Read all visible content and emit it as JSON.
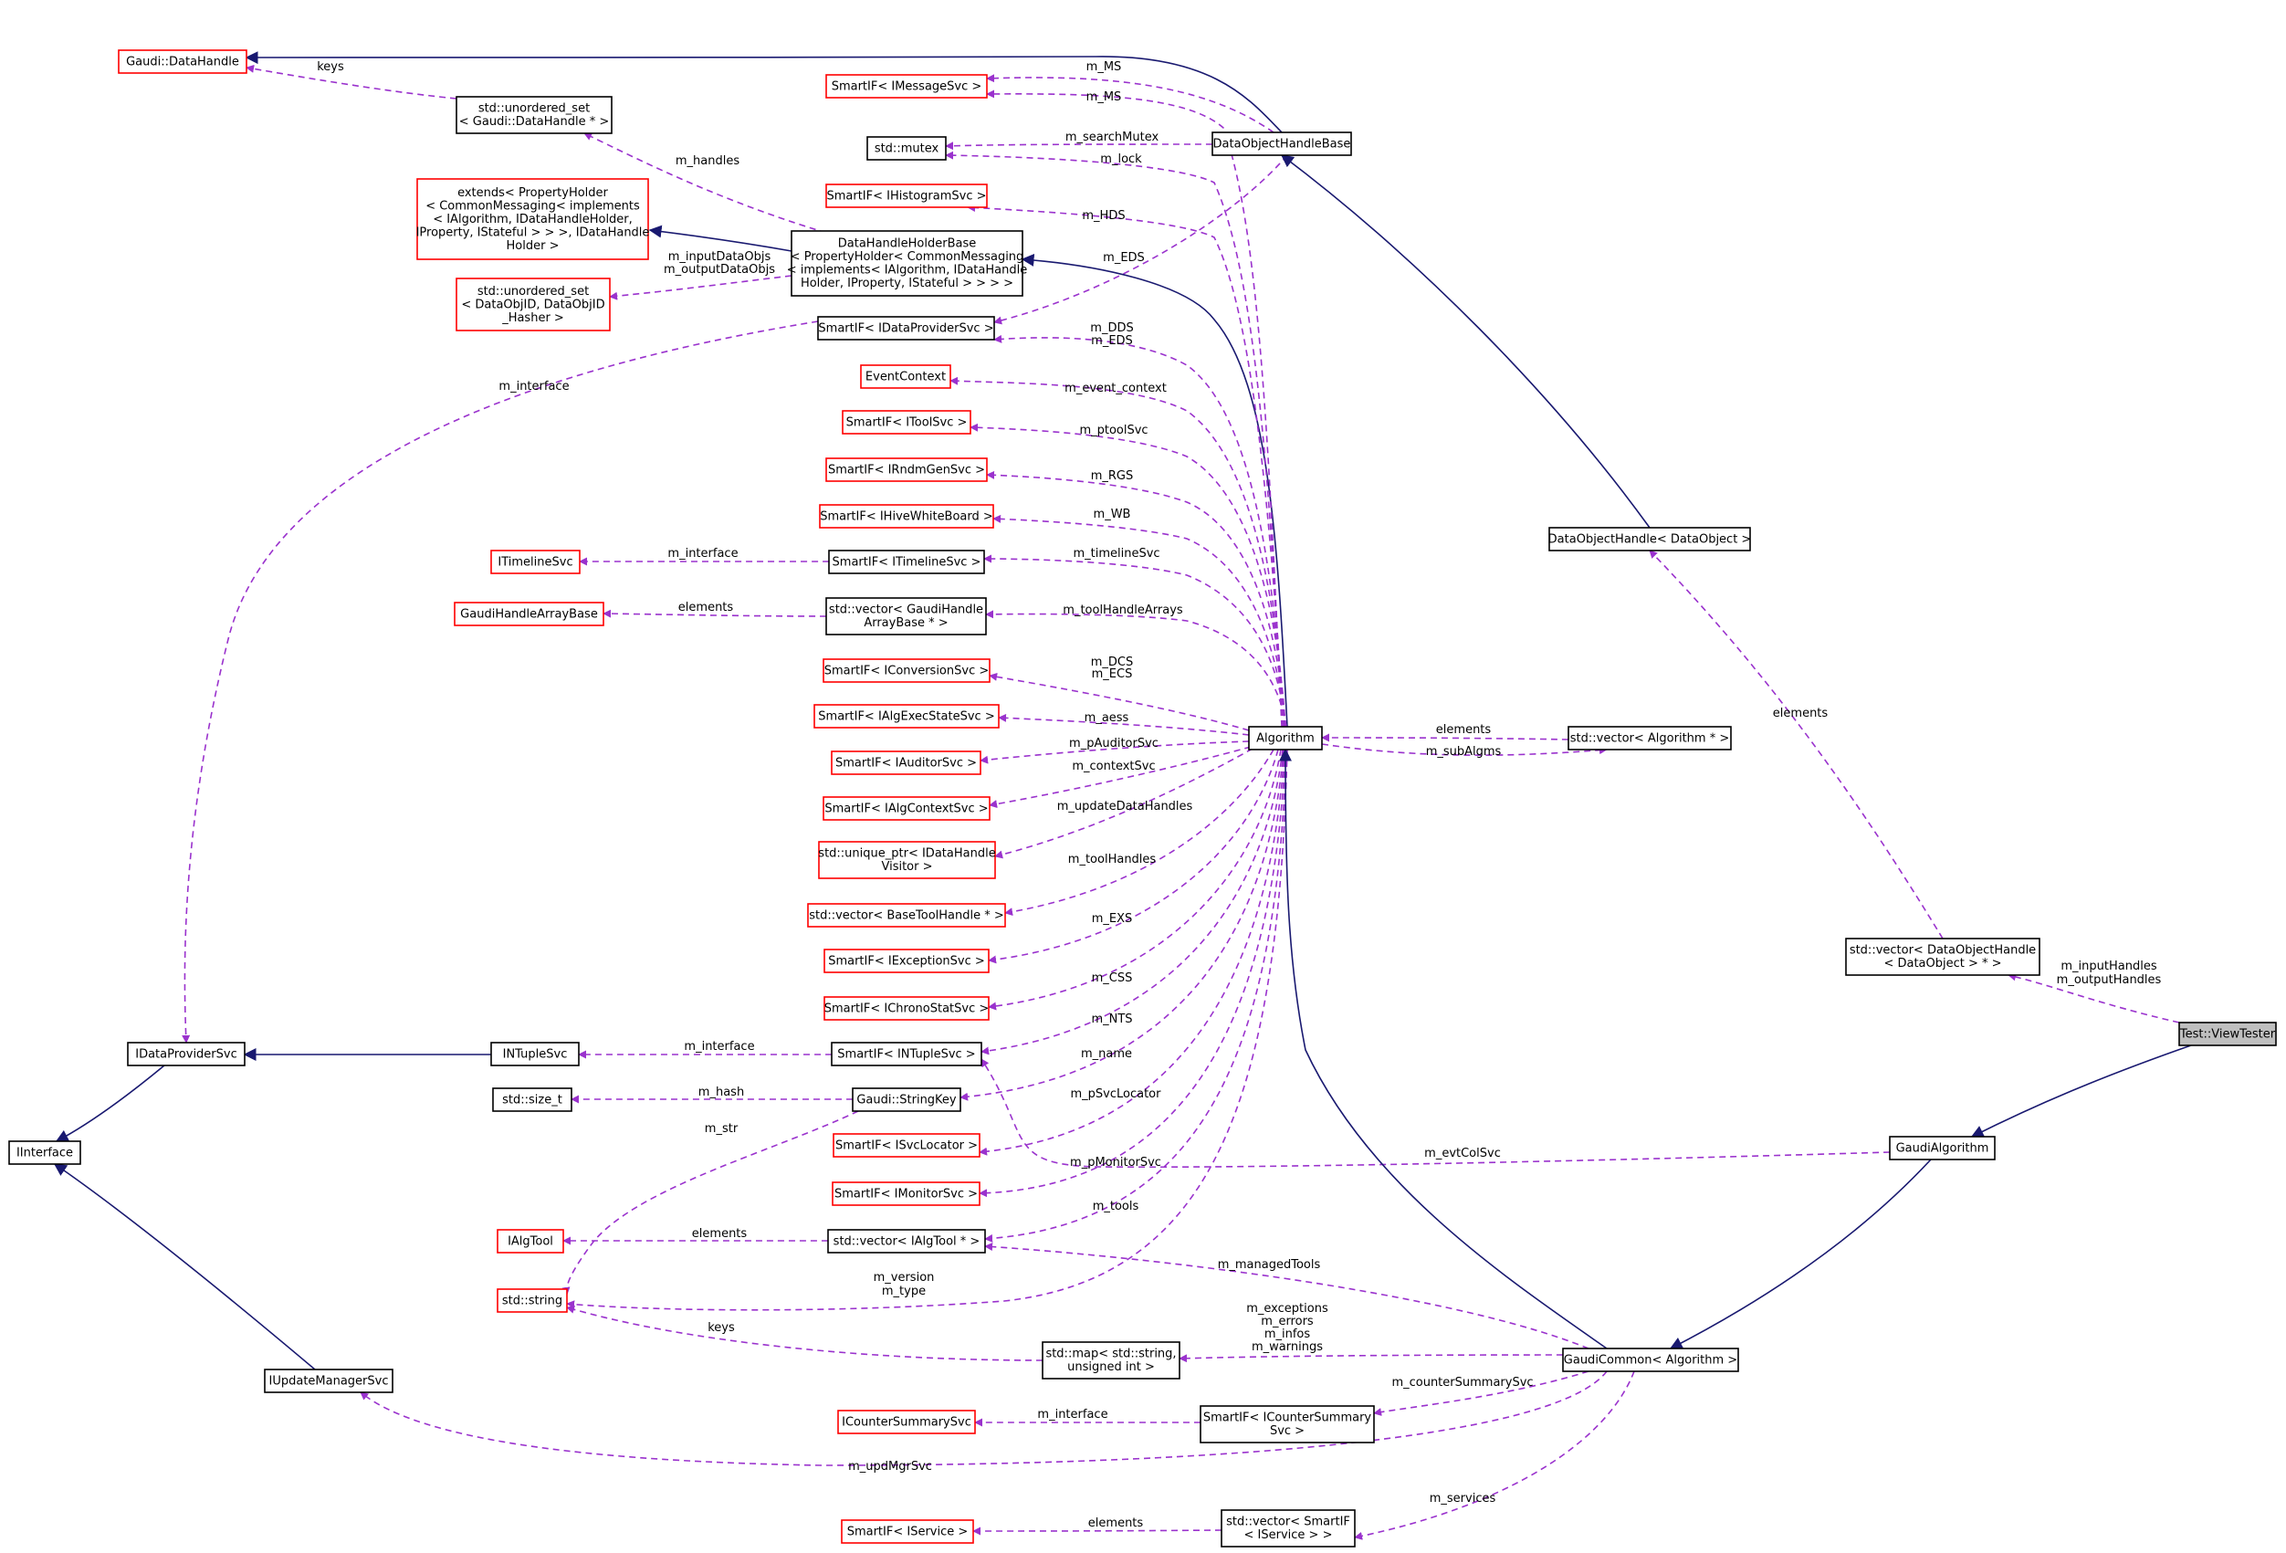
{
  "nodes": [
    {
      "id": "gaudi_datahandle",
      "lines": [
        "Gaudi::DataHandle"
      ],
      "border": "red"
    },
    {
      "id": "unordered_set_dh",
      "lines": [
        "std::unordered_set",
        "< Gaudi::DataHandle * >"
      ],
      "border": "black"
    },
    {
      "id": "extends_ph",
      "lines": [
        "extends< PropertyHolder",
        "< CommonMessaging< implements",
        "< IAlgorithm, IDataHandleHolder,",
        " IProperty, IStateful > > >, IDataHandle",
        "Holder >"
      ],
      "border": "red"
    },
    {
      "id": "unordered_set_objid",
      "lines": [
        "std::unordered_set",
        "< DataObjID, DataObjID",
        "_Hasher >"
      ],
      "border": "red"
    },
    {
      "id": "smartif_imessagesvc",
      "lines": [
        "SmartIF< IMessageSvc >"
      ],
      "border": "red"
    },
    {
      "id": "std_mutex",
      "lines": [
        "std::mutex"
      ],
      "border": "black"
    },
    {
      "id": "smartif_ihistogramsvc",
      "lines": [
        "SmartIF< IHistogramSvc >"
      ],
      "border": "red"
    },
    {
      "id": "datahandleholderbase",
      "lines": [
        "DataHandleHolderBase",
        "< PropertyHolder< CommonMessaging",
        "< implements< IAlgorithm, IDataHandle",
        "Holder, IProperty, IStateful > > > >"
      ],
      "border": "black"
    },
    {
      "id": "smartif_idataprovidersvc",
      "lines": [
        "SmartIF< IDataProviderSvc >"
      ],
      "border": "black"
    },
    {
      "id": "eventcontext",
      "lines": [
        "EventContext"
      ],
      "border": "red"
    },
    {
      "id": "smartif_itoolsvc",
      "lines": [
        "SmartIF< IToolSvc >"
      ],
      "border": "red"
    },
    {
      "id": "smartif_irndmgensvc",
      "lines": [
        "SmartIF< IRndmGenSvc >"
      ],
      "border": "red"
    },
    {
      "id": "smartif_ihivewhiteboard",
      "lines": [
        "SmartIF< IHiveWhiteBoard >"
      ],
      "border": "red"
    },
    {
      "id": "itimelinesvc",
      "lines": [
        "ITimelineSvc"
      ],
      "border": "red"
    },
    {
      "id": "smartif_itimelinesvc",
      "lines": [
        "SmartIF< ITimelineSvc >"
      ],
      "border": "black"
    },
    {
      "id": "gaudihandlearraybase",
      "lines": [
        "GaudiHandleArrayBase"
      ],
      "border": "red"
    },
    {
      "id": "vector_gaudihandle",
      "lines": [
        "std::vector< GaudiHandle",
        "ArrayBase * >"
      ],
      "border": "black"
    },
    {
      "id": "smartif_iconversionsvc",
      "lines": [
        "SmartIF< IConversionSvc >"
      ],
      "border": "red"
    },
    {
      "id": "smartif_ialgexecstatesvc",
      "lines": [
        "SmartIF< IAlgExecStateSvc >"
      ],
      "border": "red"
    },
    {
      "id": "smartif_iauditorsvc",
      "lines": [
        "SmartIF< IAuditorSvc >"
      ],
      "border": "red"
    },
    {
      "id": "smartif_ialgcontextsvc",
      "lines": [
        "SmartIF< IAlgContextSvc >"
      ],
      "border": "red"
    },
    {
      "id": "unique_ptr_idatahandle",
      "lines": [
        "std::unique_ptr< IDataHandle",
        "Visitor >"
      ],
      "border": "red"
    },
    {
      "id": "vector_basetoolhandle",
      "lines": [
        "std::vector< BaseToolHandle * >"
      ],
      "border": "red"
    },
    {
      "id": "smartif_iexceptionsvc",
      "lines": [
        "SmartIF< IExceptionSvc >"
      ],
      "border": "red"
    },
    {
      "id": "smartif_ichronostatsvc",
      "lines": [
        "SmartIF< IChronoStatSvc >"
      ],
      "border": "red"
    },
    {
      "id": "idataprovidersvc",
      "lines": [
        "IDataProviderSvc"
      ],
      "border": "black"
    },
    {
      "id": "intuplesvc",
      "lines": [
        "INTupleSvc"
      ],
      "border": "black"
    },
    {
      "id": "smartif_intuplesvc",
      "lines": [
        "SmartIF< INTupleSvc >"
      ],
      "border": "black"
    },
    {
      "id": "std_size_t",
      "lines": [
        "std::size_t"
      ],
      "border": "black"
    },
    {
      "id": "gaudi_stringkey",
      "lines": [
        "Gaudi::StringKey"
      ],
      "border": "black"
    },
    {
      "id": "iinterface",
      "lines": [
        "IInterface"
      ],
      "border": "black"
    },
    {
      "id": "smartif_isvclocator",
      "lines": [
        "SmartIF< ISvcLocator >"
      ],
      "border": "red"
    },
    {
      "id": "smartif_imonitorsvc",
      "lines": [
        "SmartIF< IMonitorSvc >"
      ],
      "border": "red"
    },
    {
      "id": "ialgtool",
      "lines": [
        "IAlgTool"
      ],
      "border": "red"
    },
    {
      "id": "vector_ialgtool",
      "lines": [
        "std::vector< IAlgTool * >"
      ],
      "border": "black"
    },
    {
      "id": "std_string",
      "lines": [
        "std::string"
      ],
      "border": "red"
    },
    {
      "id": "std_map",
      "lines": [
        "std::map< std::string,",
        "unsigned int >"
      ],
      "border": "black"
    },
    {
      "id": "iupdatemanagersvc",
      "lines": [
        "IUpdateManagerSvc"
      ],
      "border": "black"
    },
    {
      "id": "icountersummarysvc",
      "lines": [
        "ICounterSummarySvc"
      ],
      "border": "red"
    },
    {
      "id": "smartif_icountersummary",
      "lines": [
        "SmartIF< ICounterSummary",
        "Svc >"
      ],
      "border": "black"
    },
    {
      "id": "smartif_iservice",
      "lines": [
        "SmartIF< IService >"
      ],
      "border": "red"
    },
    {
      "id": "vector_smartif_iservice",
      "lines": [
        "std::vector< SmartIF",
        "< IService > >"
      ],
      "border": "black"
    },
    {
      "id": "dataobjecthandlebase",
      "lines": [
        "DataObjectHandleBase"
      ],
      "border": "black"
    },
    {
      "id": "algorithm",
      "lines": [
        "Algorithm"
      ],
      "border": "black"
    },
    {
      "id": "vector_algorithm",
      "lines": [
        "std::vector< Algorithm * >"
      ],
      "border": "black"
    },
    {
      "id": "dataobjecthandle",
      "lines": [
        "DataObjectHandle< DataObject >"
      ],
      "border": "black"
    },
    {
      "id": "vector_dataobjecthandle",
      "lines": [
        "std::vector< DataObjectHandle",
        "< DataObject > * >"
      ],
      "border": "black"
    },
    {
      "id": "test_viewtester",
      "lines": [
        "Test::ViewTester"
      ],
      "border": "gray"
    },
    {
      "id": "gaudialgorithm",
      "lines": [
        "GaudiAlgorithm"
      ],
      "border": "black"
    },
    {
      "id": "gaudicommon",
      "lines": [
        "GaudiCommon< Algorithm >"
      ],
      "border": "black"
    }
  ],
  "edges": [
    {
      "id": "e_keys_dh",
      "type": "dep",
      "label": "keys"
    },
    {
      "id": "e_mhandles",
      "type": "dep",
      "label": "m_handles"
    },
    {
      "id": "e_extends",
      "type": "inh",
      "label": ""
    },
    {
      "id": "e_inputdataobjs",
      "type": "dep",
      "label": "m_inputDataObjs\nm_outputDataObjs"
    },
    {
      "id": "e_dohb_dh",
      "type": "inh",
      "label": ""
    },
    {
      "id": "e_dohb_ms",
      "type": "dep",
      "label": "m_MS"
    },
    {
      "id": "e_dohb_mutex",
      "type": "dep",
      "label": "m_searchMutex"
    },
    {
      "id": "e_dohb_eds",
      "type": "dep",
      "label": "m_EDS"
    },
    {
      "id": "e_dohb_dhhb",
      "type": "inh",
      "label": ""
    },
    {
      "id": "e_alg_ms",
      "type": "dep",
      "label": "m_MS"
    },
    {
      "id": "e_alg_lock",
      "type": "dep",
      "label": "m_lock"
    },
    {
      "id": "e_alg_hds",
      "type": "dep",
      "label": "m_HDS"
    },
    {
      "id": "e_alg_dhhb",
      "type": "inh",
      "label": ""
    },
    {
      "id": "e_alg_dds",
      "type": "dep",
      "label": "m_DDS\nm_EDS"
    },
    {
      "id": "e_alg_evctx",
      "type": "dep",
      "label": "m_event_context"
    },
    {
      "id": "e_alg_ptoolsvc",
      "type": "dep",
      "label": "m_ptoolSvc"
    },
    {
      "id": "e_alg_rgs",
      "type": "dep",
      "label": "m_RGS"
    },
    {
      "id": "e_alg_wb",
      "type": "dep",
      "label": "m_WB"
    },
    {
      "id": "e_alg_timeline",
      "type": "dep",
      "label": "m_timelineSvc"
    },
    {
      "id": "e_tl_iface",
      "type": "dep",
      "label": "m_interface"
    },
    {
      "id": "e_alg_toolhandlearrays",
      "type": "dep",
      "label": "m_toolHandleArrays"
    },
    {
      "id": "e_vgh_elements",
      "type": "dep",
      "label": "elements"
    },
    {
      "id": "e_alg_dcs",
      "type": "dep",
      "label": "m_DCS\nm_ECS"
    },
    {
      "id": "e_alg_aess",
      "type": "dep",
      "label": "m_aess"
    },
    {
      "id": "e_alg_pauditor",
      "type": "dep",
      "label": "m_pAuditorSvc"
    },
    {
      "id": "e_alg_contextsvc",
      "type": "dep",
      "label": "m_contextSvc"
    },
    {
      "id": "e_alg_updatedh",
      "type": "dep",
      "label": "m_updateDataHandles"
    },
    {
      "id": "e_alg_toolhandles",
      "type": "dep",
      "label": "m_toolHandles"
    },
    {
      "id": "e_alg_exs",
      "type": "dep",
      "label": "m_EXS"
    },
    {
      "id": "e_alg_css",
      "type": "dep",
      "label": "m_CSS"
    },
    {
      "id": "e_alg_nts",
      "type": "dep",
      "label": "m_NTS"
    },
    {
      "id": "e_alg_name",
      "type": "dep",
      "label": "m_name"
    },
    {
      "id": "e_alg_psvclocator",
      "type": "dep",
      "label": "m_pSvcLocator"
    },
    {
      "id": "e_alg_pmonitor",
      "type": "dep",
      "label": "m_pMonitorSvc"
    },
    {
      "id": "e_alg_tools",
      "type": "dep",
      "label": "m_tools"
    },
    {
      "id": "e_alg_version",
      "type": "dep",
      "label": "m_version\nm_type"
    },
    {
      "id": "e_dps_iface",
      "type": "dep",
      "label": "m_interface"
    },
    {
      "id": "e_ntuple_iface",
      "type": "dep",
      "label": "m_interface"
    },
    {
      "id": "e_ntuple_inh",
      "type": "inh",
      "label": ""
    },
    {
      "id": "e_dps_iinterface",
      "type": "inh",
      "label": ""
    },
    {
      "id": "e_sk_hash",
      "type": "dep",
      "label": "m_hash"
    },
    {
      "id": "e_sk_str",
      "type": "dep",
      "label": "m_str"
    },
    {
      "id": "e_vat_elements",
      "type": "dep",
      "label": "elements"
    },
    {
      "id": "e_map_keys",
      "type": "dep",
      "label": "keys"
    },
    {
      "id": "e_ums_iinterface",
      "type": "inh",
      "label": ""
    },
    {
      "id": "e_csum_iface",
      "type": "dep",
      "label": "m_interface"
    },
    {
      "id": "e_vsi_elements",
      "type": "dep",
      "label": "elements"
    },
    {
      "id": "e_valg_elements",
      "type": "dep",
      "label": "elements"
    },
    {
      "id": "e_alg_subalgms",
      "type": "dep",
      "label": "m_subAlgms"
    },
    {
      "id": "e_doh_dohb",
      "type": "inh",
      "label": ""
    },
    {
      "id": "e_vdoh_elements",
      "type": "dep",
      "label": "elements"
    },
    {
      "id": "e_vt_inputhandles",
      "type": "dep",
      "label": "m_inputHandles\nm_outputHandles"
    },
    {
      "id": "e_vt_gaudialg",
      "type": "inh",
      "label": ""
    },
    {
      "id": "e_ga_evtcolsvc",
      "type": "dep",
      "label": "m_evtColSvc"
    },
    {
      "id": "e_ga_gaudicommon",
      "type": "inh",
      "label": ""
    },
    {
      "id": "e_gc_managedtools",
      "type": "dep",
      "label": "m_managedTools"
    },
    {
      "id": "e_gc_exceptions",
      "type": "dep",
      "label": "m_exceptions\nm_errors\nm_infos\nm_warnings"
    },
    {
      "id": "e_gc_countersummary",
      "type": "dep",
      "label": "m_counterSummarySvc"
    },
    {
      "id": "e_gc_updmgr",
      "type": "dep",
      "label": "m_updMgrSvc"
    },
    {
      "id": "e_gc_services",
      "type": "dep",
      "label": "m_services"
    },
    {
      "id": "e_gc_algorithm",
      "type": "inh",
      "label": ""
    }
  ],
  "colors": {
    "node_border_red": "#ff0000",
    "node_border_black": "#000000",
    "node_highlight_fill": "#bfbfbf",
    "dependency_edge": "#9a32cd",
    "inheritance_edge": "#191970"
  }
}
